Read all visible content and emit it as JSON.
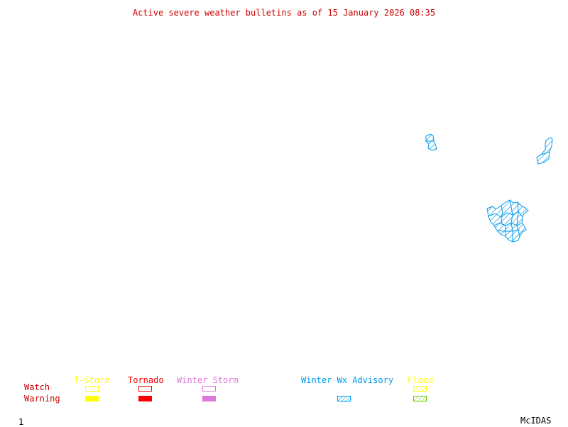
{
  "title": "Active severe weather bulletins as of 15 January 2026 08:35",
  "colors": {
    "title": "#cc0000",
    "row_labels": "#cc0000",
    "tstorm": "#ffff00",
    "tornado": "#ff0000",
    "winter_storm": "#dd77dd",
    "winter_wx_advisory": "#0099ee",
    "flood_watch": "#ffff00",
    "flood_warning": "#66cc00",
    "footer": "#000000"
  },
  "legend": {
    "rows": {
      "watch": "Watch",
      "warning": "Warning"
    },
    "categories": [
      {
        "id": "tstorm",
        "label": "T-Storm",
        "watch": "outline",
        "warning": "solid"
      },
      {
        "id": "tornado",
        "label": "Tornado",
        "watch": "outline",
        "warning": "solid"
      },
      {
        "id": "winter_storm",
        "label": "Winter Storm",
        "watch": "outline",
        "warning": "solid"
      },
      {
        "id": "winter_wx_advisory",
        "label": "Winter Wx Advisory",
        "watch": "none",
        "warning": "hatched"
      },
      {
        "id": "flood",
        "label": "Flood",
        "watch": "hatched",
        "warning": "hatched"
      }
    ]
  },
  "map": {
    "active_areas": [
      {
        "type": "Winter Wx Advisory",
        "style": "hatched",
        "region": "small-area-center-right"
      },
      {
        "type": "Winter Wx Advisory",
        "style": "hatched",
        "region": "edge-right"
      },
      {
        "type": "Winter Wx Advisory",
        "style": "hatched",
        "region": "cluster-lower-right"
      }
    ]
  },
  "footer": {
    "frame_number": "1",
    "software": "McIDAS"
  }
}
